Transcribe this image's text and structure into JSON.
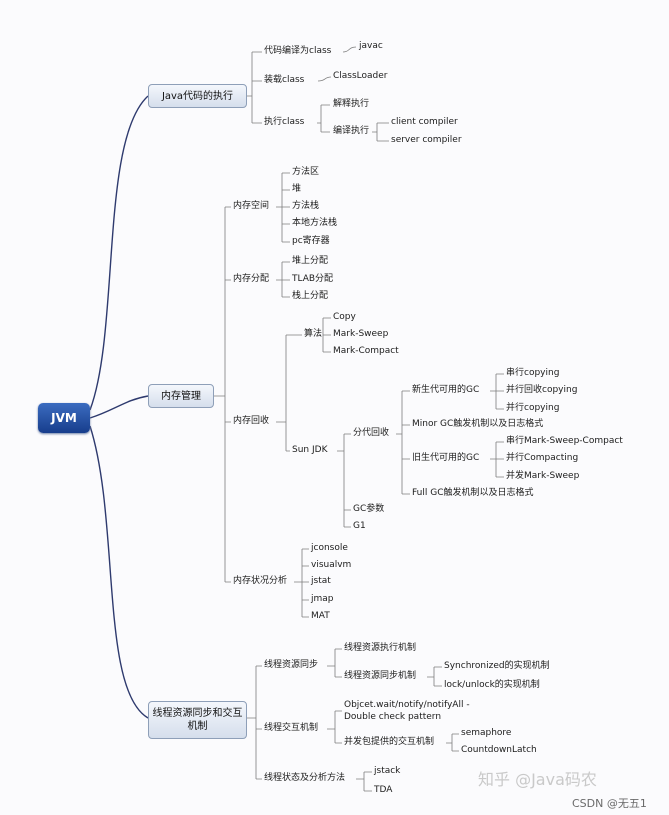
{
  "root": "JVM",
  "branches": {
    "java_exec": {
      "label": "Java代码的执行",
      "compile": {
        "label": "代码编译为class",
        "child": "javac"
      },
      "load": {
        "label": "装载class",
        "child": "ClassLoader"
      },
      "execute": {
        "label": "执行class",
        "interpret": "解释执行",
        "compile_exec": "编译执行",
        "client": "client compiler",
        "server": "server compiler"
      }
    },
    "memory": {
      "label": "内存管理",
      "space": {
        "label": "内存空间",
        "items": [
          "方法区",
          "堆",
          "方法栈",
          "本地方法栈",
          "pc寄存器"
        ]
      },
      "alloc": {
        "label": "内存分配",
        "items": [
          "堆上分配",
          "TLAB分配",
          "栈上分配"
        ]
      },
      "gc": {
        "label": "内存回收",
        "algo": {
          "label": "算法",
          "items": [
            "Copy",
            "Mark-Sweep",
            "Mark-Compact"
          ]
        },
        "sun": {
          "label": "Sun JDK",
          "gen": {
            "label": "分代回收",
            "young": {
              "label": "新生代可用的GC",
              "items": [
                "串行copying",
                "并行回收copying",
                "并行copying"
              ]
            },
            "minor": "Minor GC触发机制以及日志格式",
            "old": {
              "label": "旧生代可用的GC",
              "items": [
                "串行Mark-Sweep-Compact",
                "并行Compacting",
                "并发Mark-Sweep"
              ]
            },
            "full": "Full GC触发机制以及日志格式"
          },
          "params": "GC参数",
          "g1": "G1"
        }
      },
      "tools": {
        "label": "内存状况分析",
        "items": [
          "jconsole",
          "visualvm",
          "jstat",
          "jmap",
          "MAT"
        ]
      }
    },
    "thread": {
      "label": "线程资源同步和交互机制",
      "sync": {
        "label": "线程资源同步",
        "exec": "线程资源执行机制",
        "mech": "线程资源同步机制",
        "items": [
          "Synchronized的实现机制",
          "lock/unlock的实现机制"
        ]
      },
      "interact": {
        "label": "线程交互机制",
        "wait_line1": "Objcet.wait/notify/notifyAll -",
        "wait_line2": "Double check pattern",
        "concurrent": "并发包提供的交互机制",
        "items": [
          "semaphore",
          "CountdownLatch"
        ]
      },
      "state": {
        "label": "线程状态及分析方法",
        "items": [
          "jstack",
          "TDA"
        ]
      }
    }
  },
  "watermark": "知乎 @Java码农",
  "credit": "CSDN @无五1"
}
